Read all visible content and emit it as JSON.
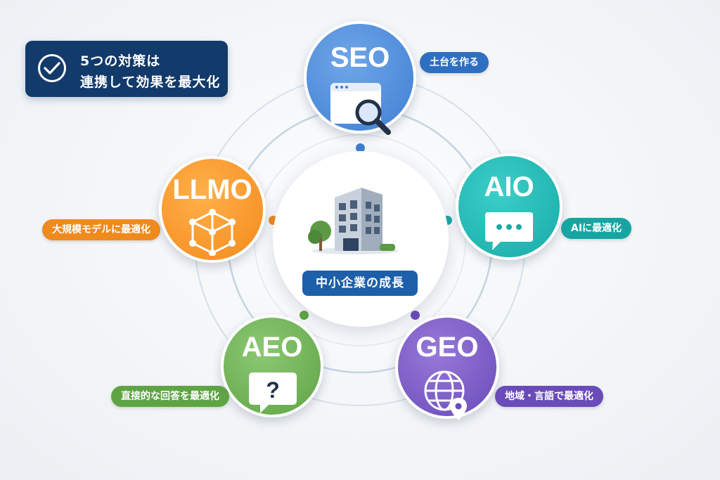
{
  "note": {
    "line1": "5つの対策は",
    "line2": "連携して効果を最大化"
  },
  "center": {
    "label": "中小企業の成長",
    "icon": "building-icon"
  },
  "nodes": {
    "seo": {
      "title": "SEO",
      "caption": "土台を作る",
      "color": "#3f7fd2",
      "icon": "browser-search-icon"
    },
    "aio": {
      "title": "AIO",
      "caption": "AIに最適化",
      "color": "#17aaa8",
      "icon": "chat-bubble-icon"
    },
    "llmo": {
      "title": "LLMO",
      "caption": "大規模モデルに最適化",
      "color": "#f38a1c",
      "icon": "network-cube-icon"
    },
    "aeo": {
      "title": "AEO",
      "caption": "直接的な回答を最適化",
      "color": "#5fa444",
      "icon": "question-bubble-icon"
    },
    "geo": {
      "title": "GEO",
      "caption": "地域・言語で最適化",
      "color": "#6a4bba",
      "icon": "globe-pin-icon"
    }
  }
}
